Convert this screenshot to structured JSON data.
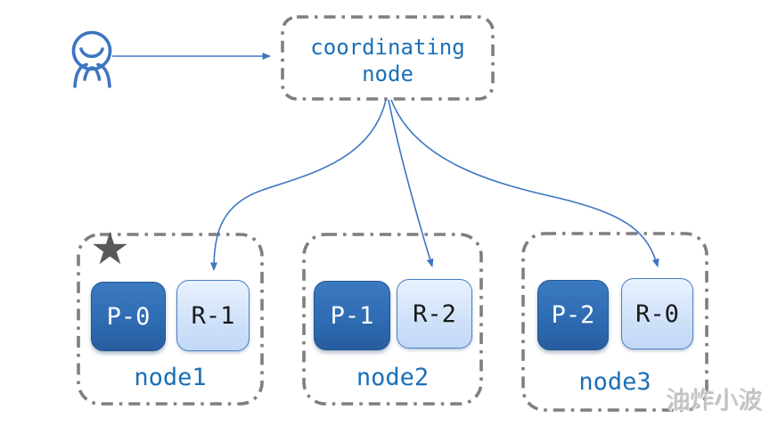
{
  "actor": {
    "icon": "person-icon"
  },
  "coordinating_node": {
    "label": "coordinating node"
  },
  "nodes": [
    {
      "name": "node1",
      "primary": "P-0",
      "replica": "R-1",
      "starred": true
    },
    {
      "name": "node2",
      "primary": "P-1",
      "replica": "R-2",
      "starred": false
    },
    {
      "name": "node3",
      "primary": "P-2",
      "replica": "R-0",
      "starred": false
    }
  ],
  "icons": {
    "star_glyph": "★"
  },
  "watermark": "油炸小波",
  "colors": {
    "primary_shard_fill": "#2f6cb3",
    "replica_shard_fill": "#cfe1f9",
    "replica_border": "#4a7fc1",
    "label_text": "#1a70b8",
    "arrow": "#3d76c2",
    "dashed_border": "#7f7f7f",
    "star": "#595959",
    "watermark_gray": "#c6c6c6"
  }
}
